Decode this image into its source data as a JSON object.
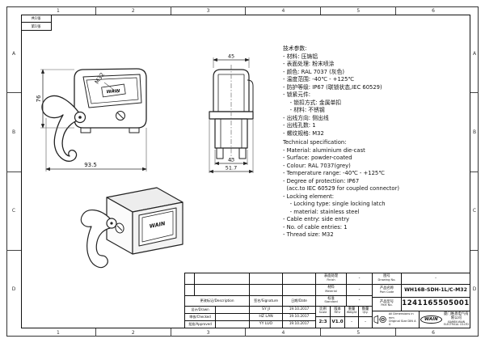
{
  "sheet": {
    "grid_cols": [
      "1",
      "2",
      "3",
      "4",
      "5",
      "6"
    ],
    "grid_rows": [
      "A",
      "B",
      "C",
      "D"
    ],
    "corner": {
      "row1": "共1张",
      "row2": "第1张"
    }
  },
  "labels": {
    "brand": "WAIN"
  },
  "dims": {
    "front_height": "76",
    "front_width": "93.5",
    "thread": "M32",
    "side_top": "45",
    "side_inner": "43",
    "side_outer": "51.7"
  },
  "specs": {
    "cn": [
      "技术参数:",
      "- 材料: 压铸铝",
      "- 表面处理: 粉末喷涂",
      "- 颜色: RAL 7037 (灰色)",
      "- 温度范围: -40℃ - +125℃",
      "- 防护等级: IP67 (联锁状态,IEC 60529)",
      "- 锁紧元件:",
      "    - 锁扣方式: 金属单扣",
      "    - 材料: 不锈钢",
      "- 出线方向: 侧出线",
      "- 出线孔数: 1",
      "- 螺纹规格: M32"
    ],
    "en": [
      "Technical specification:",
      "- Material: aluminium die-cast",
      "- Surface: powder-coated",
      "- Colour: RAL 7037(grey)",
      "- Temperature range: -40℃ - +125℃",
      "- Degree of protection: IP67",
      "  (acc.to IEC 60529 for coupled connector)",
      "- Locking element:",
      "    - Locking type: single locking latch",
      "    - material: stainless steel",
      "- Cable entry: side entry",
      "- No. of cable entries: 1",
      "- Thread size: M32"
    ]
  },
  "title_block": {
    "rev_header": {
      "desc": "更改标记/Description",
      "sig": "签名/Signature",
      "date": "日期/Date"
    },
    "sig_rows": [
      {
        "label": "设计/Drawn",
        "name": "SY JI",
        "date": "19.10.2017"
      },
      {
        "label": "审核/Checked",
        "name": "HZ LAN",
        "date": "19.10.2017"
      },
      {
        "label": "批准/Approved",
        "name": "YY LUO",
        "date": "19.10.2017"
      }
    ],
    "props": [
      {
        "cn": "表面处理",
        "en": "Finish",
        "value": "-"
      },
      {
        "cn": "材料",
        "en": "Material",
        "value": "-"
      },
      {
        "cn": "标准",
        "en": "Standard",
        "value": "-"
      }
    ],
    "meta": [
      {
        "cn": "比例",
        "en": "Scale",
        "value": "2:3"
      },
      {
        "cn": "版本",
        "en": "REV.",
        "value": "V1.0"
      },
      {
        "cn": "重量",
        "en": "Weight",
        "value": "-"
      },
      {
        "cn": "数量",
        "en": "Qty.",
        "value": "-"
      }
    ],
    "ids": [
      {
        "cn": "图号",
        "en": "Drawing No.",
        "value": "-"
      },
      {
        "cn": "产品名称",
        "en": "Part Code",
        "value": "WH16B-SDH-1L/C-M32"
      },
      {
        "cn": "产品型号",
        "en": "Part No.",
        "value": "1241165505001"
      }
    ],
    "note_line1": "All Dimensions in mm",
    "note_line2": "Original Size DIN A 4",
    "company": {
      "logo": "WAIN",
      "cn": "厦门唯恩电气有限公司",
      "en": "XIAMEN WAIN ELECTRICAL CO.LTD"
    }
  }
}
